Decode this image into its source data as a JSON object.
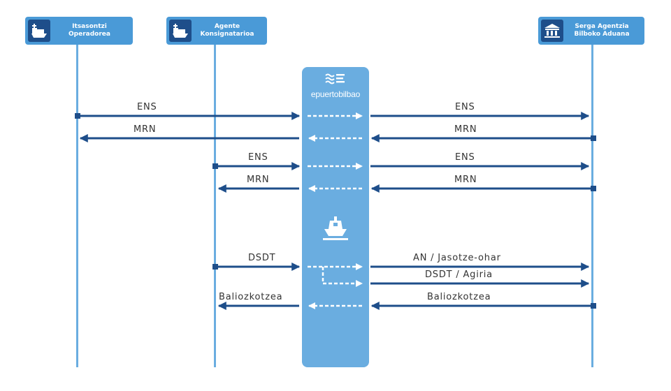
{
  "actors": [
    {
      "line1": "Itsasontzi",
      "line2": "Operadorea",
      "icon": "ship-icon"
    },
    {
      "line1": "Agente",
      "line2": "Konsignatarioa",
      "icon": "ship-icon"
    },
    {
      "line1": "Serga Agentzia",
      "line2": "Bilboko Aduana",
      "icon": "customs-building-icon"
    }
  ],
  "hub": {
    "brand": "epuertobilbao",
    "icon": "waves-logo-icon"
  },
  "messages": {
    "m1": "ENS",
    "m2": "ENS",
    "m3": "MRN",
    "m4": "MRN",
    "m5": "ENS",
    "m6": "ENS",
    "m7": "MRN",
    "m8": "MRN",
    "m9": "DSDT",
    "m10": "AN / Jasotze-ohar",
    "m11": "DSDT / Agiria",
    "m12": "Baliozkotzea",
    "m13": "Baliozkotzea"
  },
  "colors": {
    "arrow": "#1e4e8a",
    "hub": "#6aade0",
    "actor": "#4a9ad7",
    "badge": "#1e4e8a",
    "lifeline": "#6aade0"
  }
}
